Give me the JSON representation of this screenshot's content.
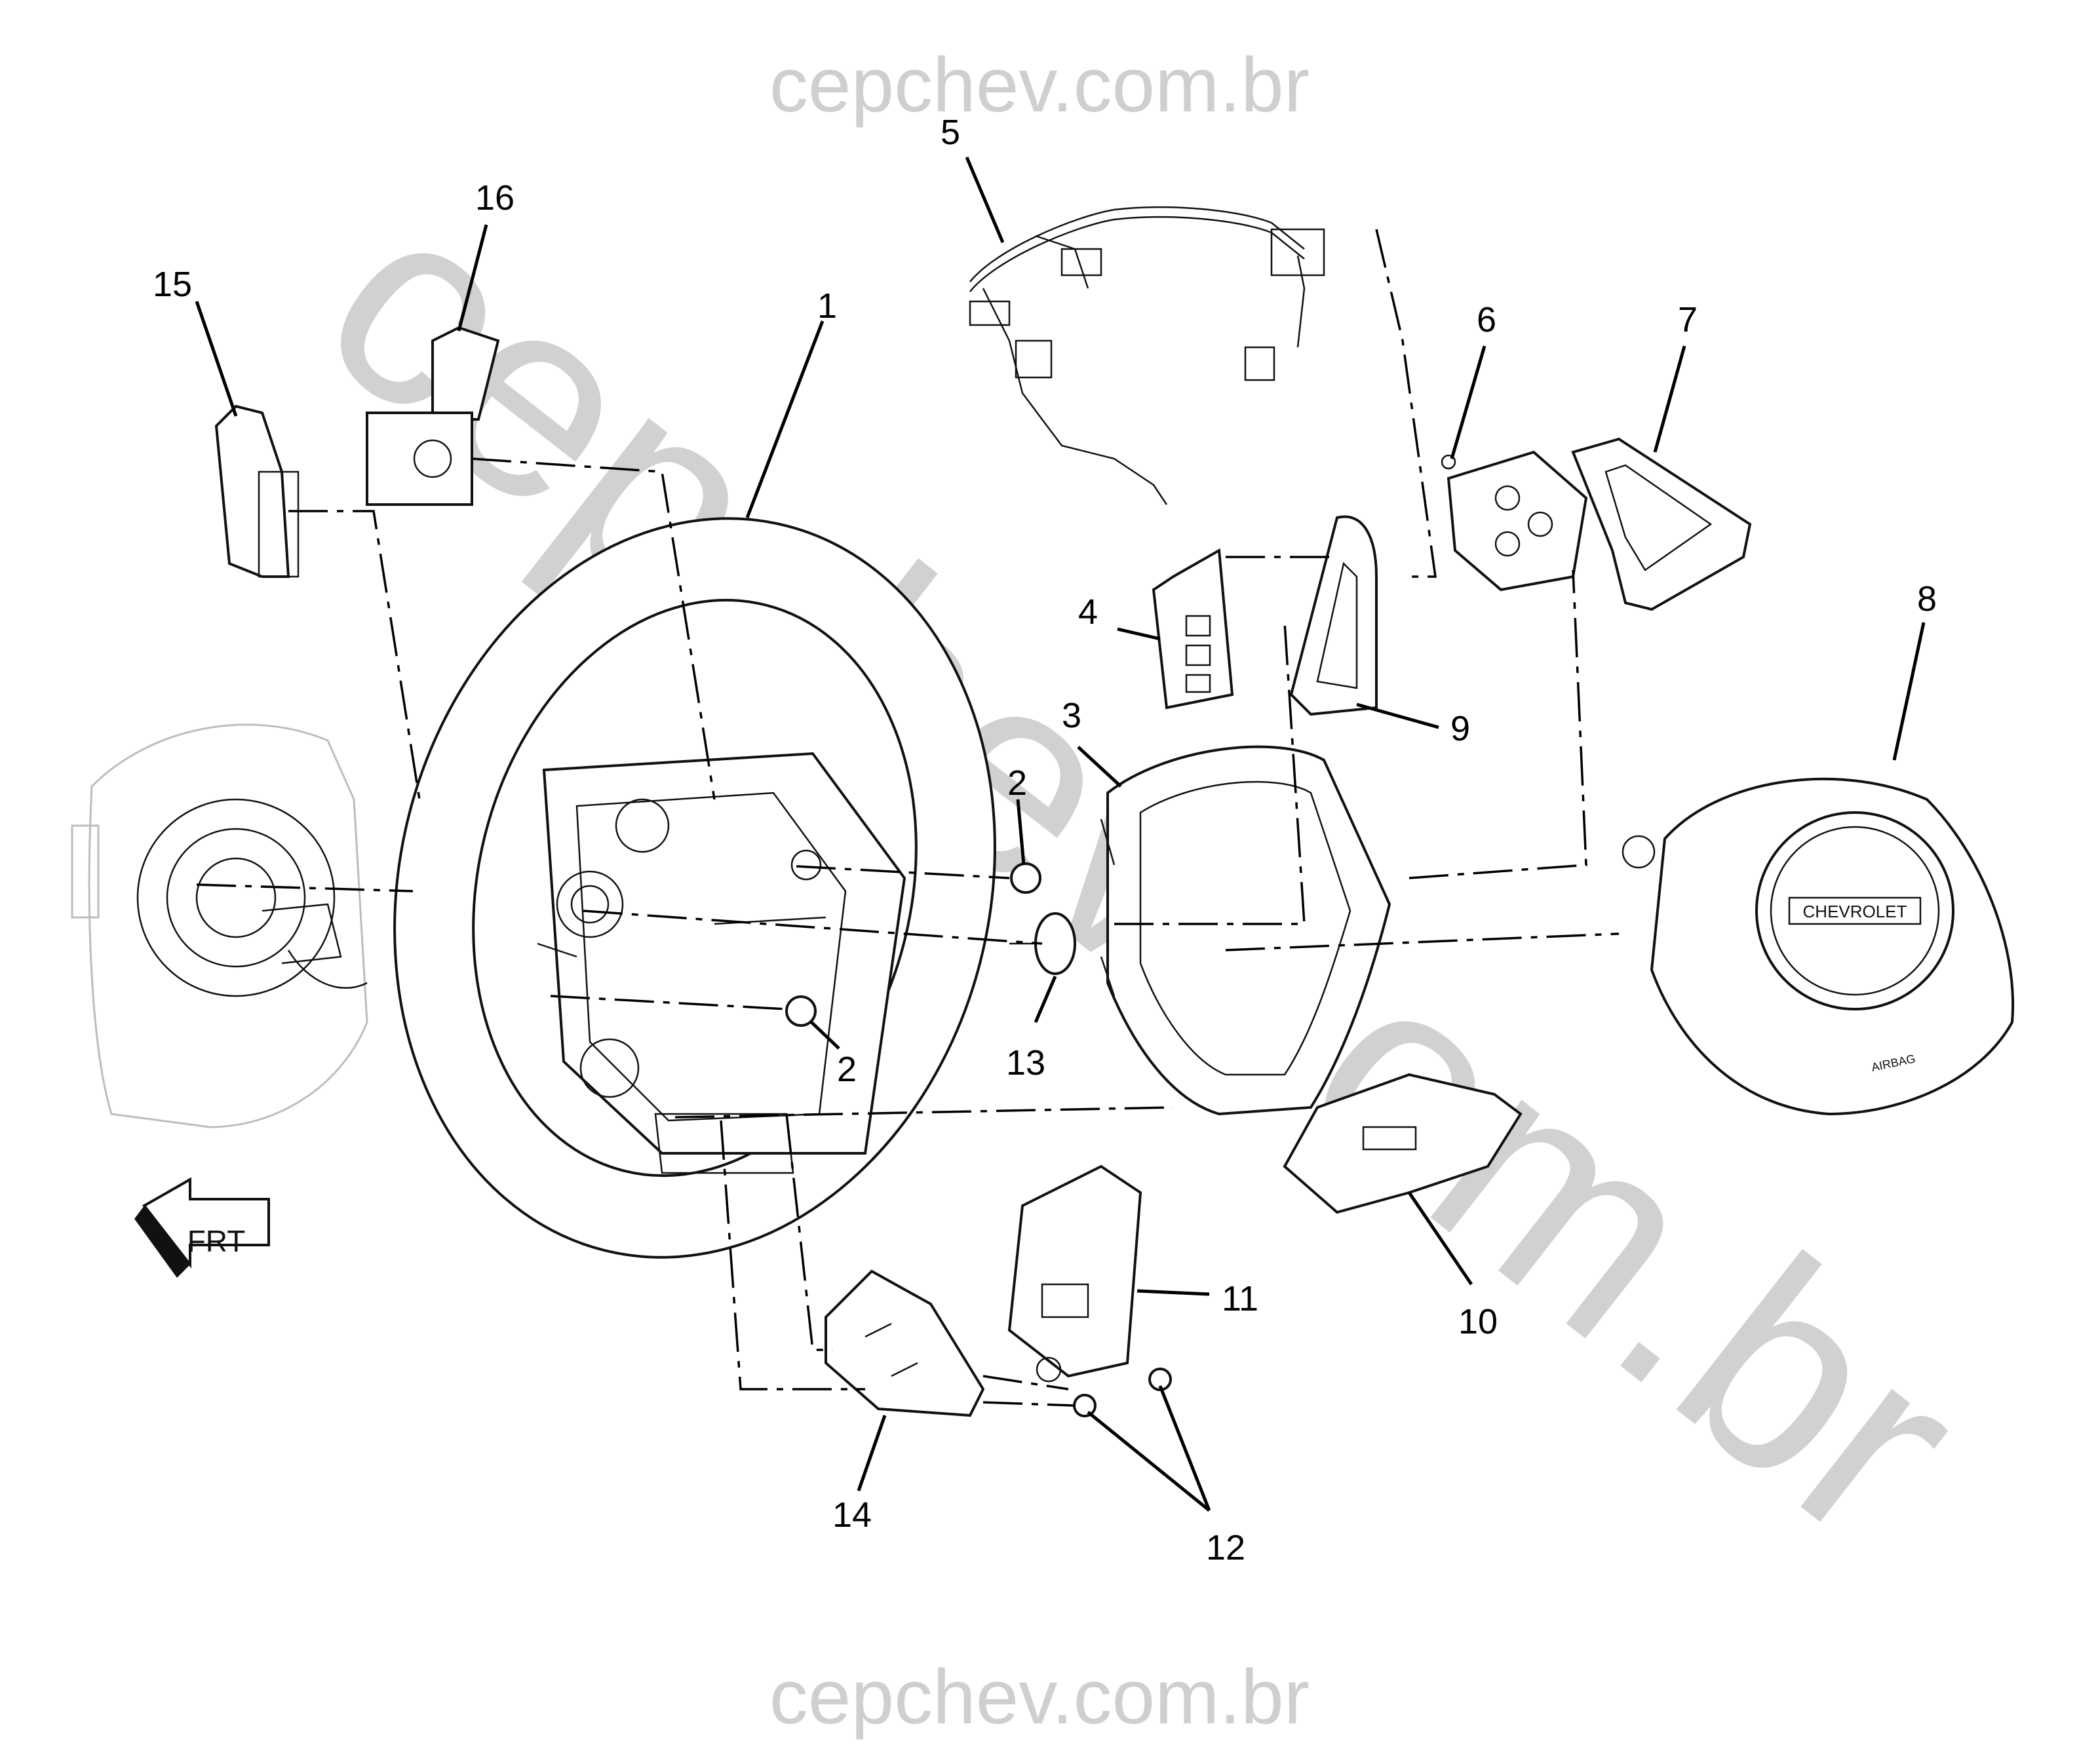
{
  "watermarks": {
    "top": "cepchev.com.br",
    "bottom": "cepchev.com.br",
    "diagonal": "cepchev.com.br"
  },
  "callouts": [
    "1",
    "2",
    "2",
    "3",
    "4",
    "5",
    "6",
    "7",
    "8",
    "9",
    "10",
    "11",
    "12",
    "13",
    "14",
    "15",
    "16"
  ],
  "airbag_lettering": "AIRBAG",
  "airbag_emblem": "CHEVROLET",
  "direction_badge": "FRT",
  "colors": {
    "line": "#000000",
    "watermark": "#cfcfcf",
    "ghost": "#bdbdbd"
  }
}
